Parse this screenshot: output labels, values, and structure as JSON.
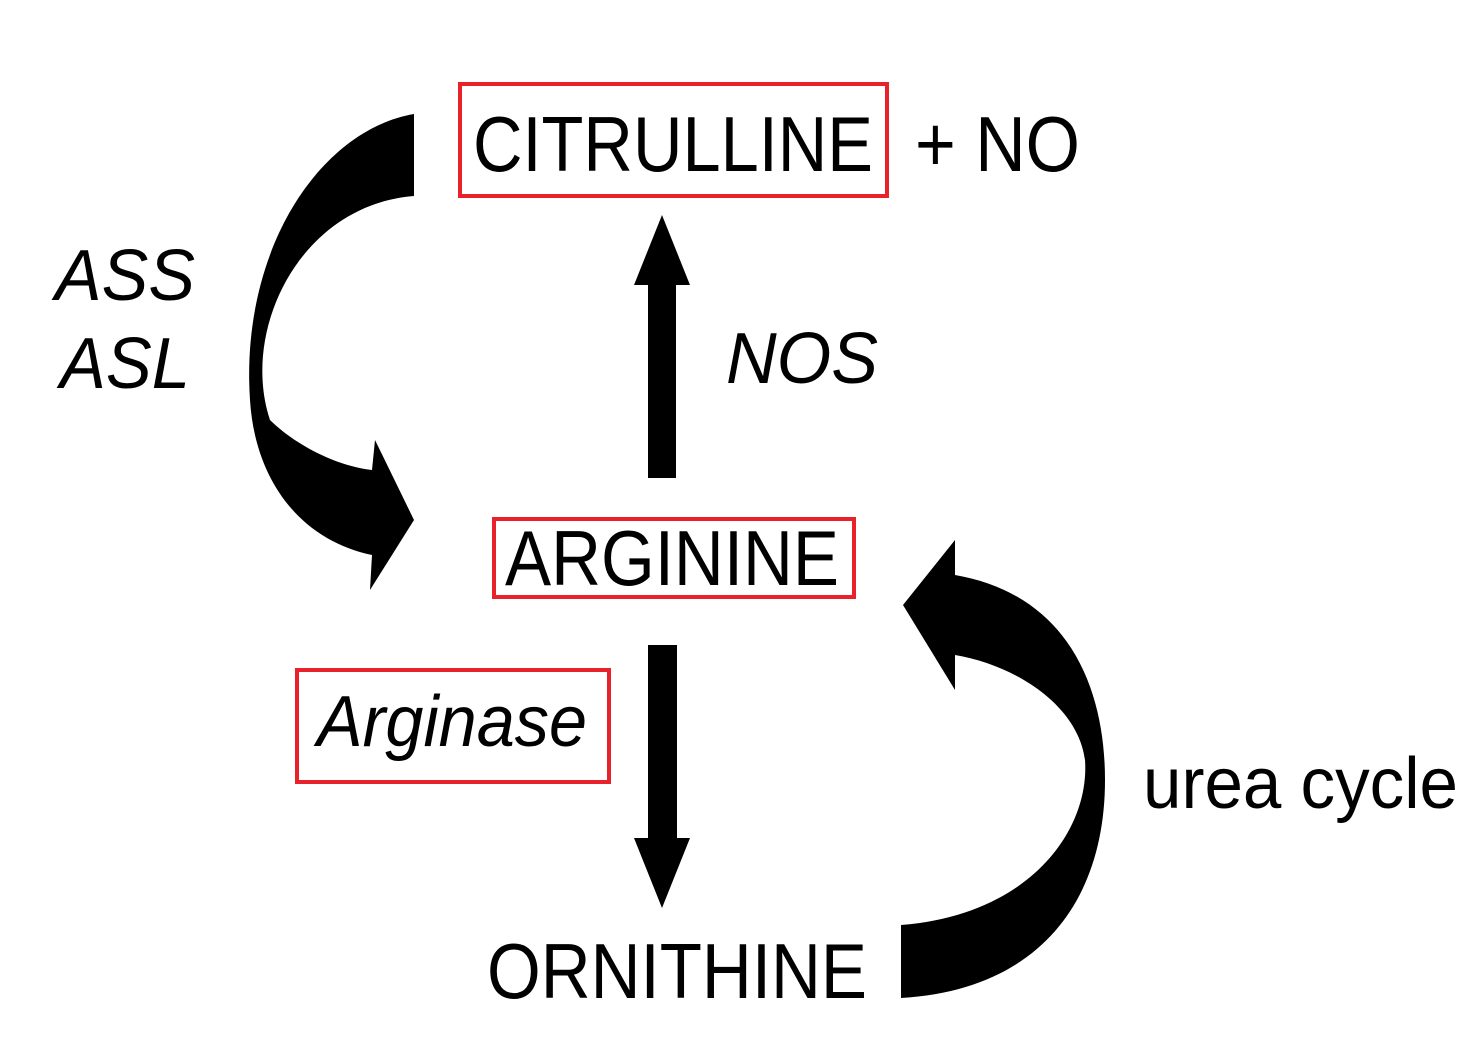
{
  "colors": {
    "highlight": "#e8212b",
    "ink": "#000000",
    "background": "#ffffff"
  },
  "nodes": {
    "citrulline": "CITRULLINE",
    "no_product": "+ NO",
    "arginine": "ARGININE",
    "ornithine": "ORNITHINE"
  },
  "enzymes": {
    "ass": "ASS",
    "asl": "ASL",
    "nos": "NOS",
    "arginase": "Arginase"
  },
  "labels": {
    "urea_cycle": "urea cycle"
  },
  "arrows": {
    "nos_arrow": "up-arrow-icon",
    "arginase_arrow": "down-arrow-icon",
    "ass_asl_arrow": "curved-arrow-icon",
    "urea_cycle_arrow": "curved-arrow-icon"
  }
}
